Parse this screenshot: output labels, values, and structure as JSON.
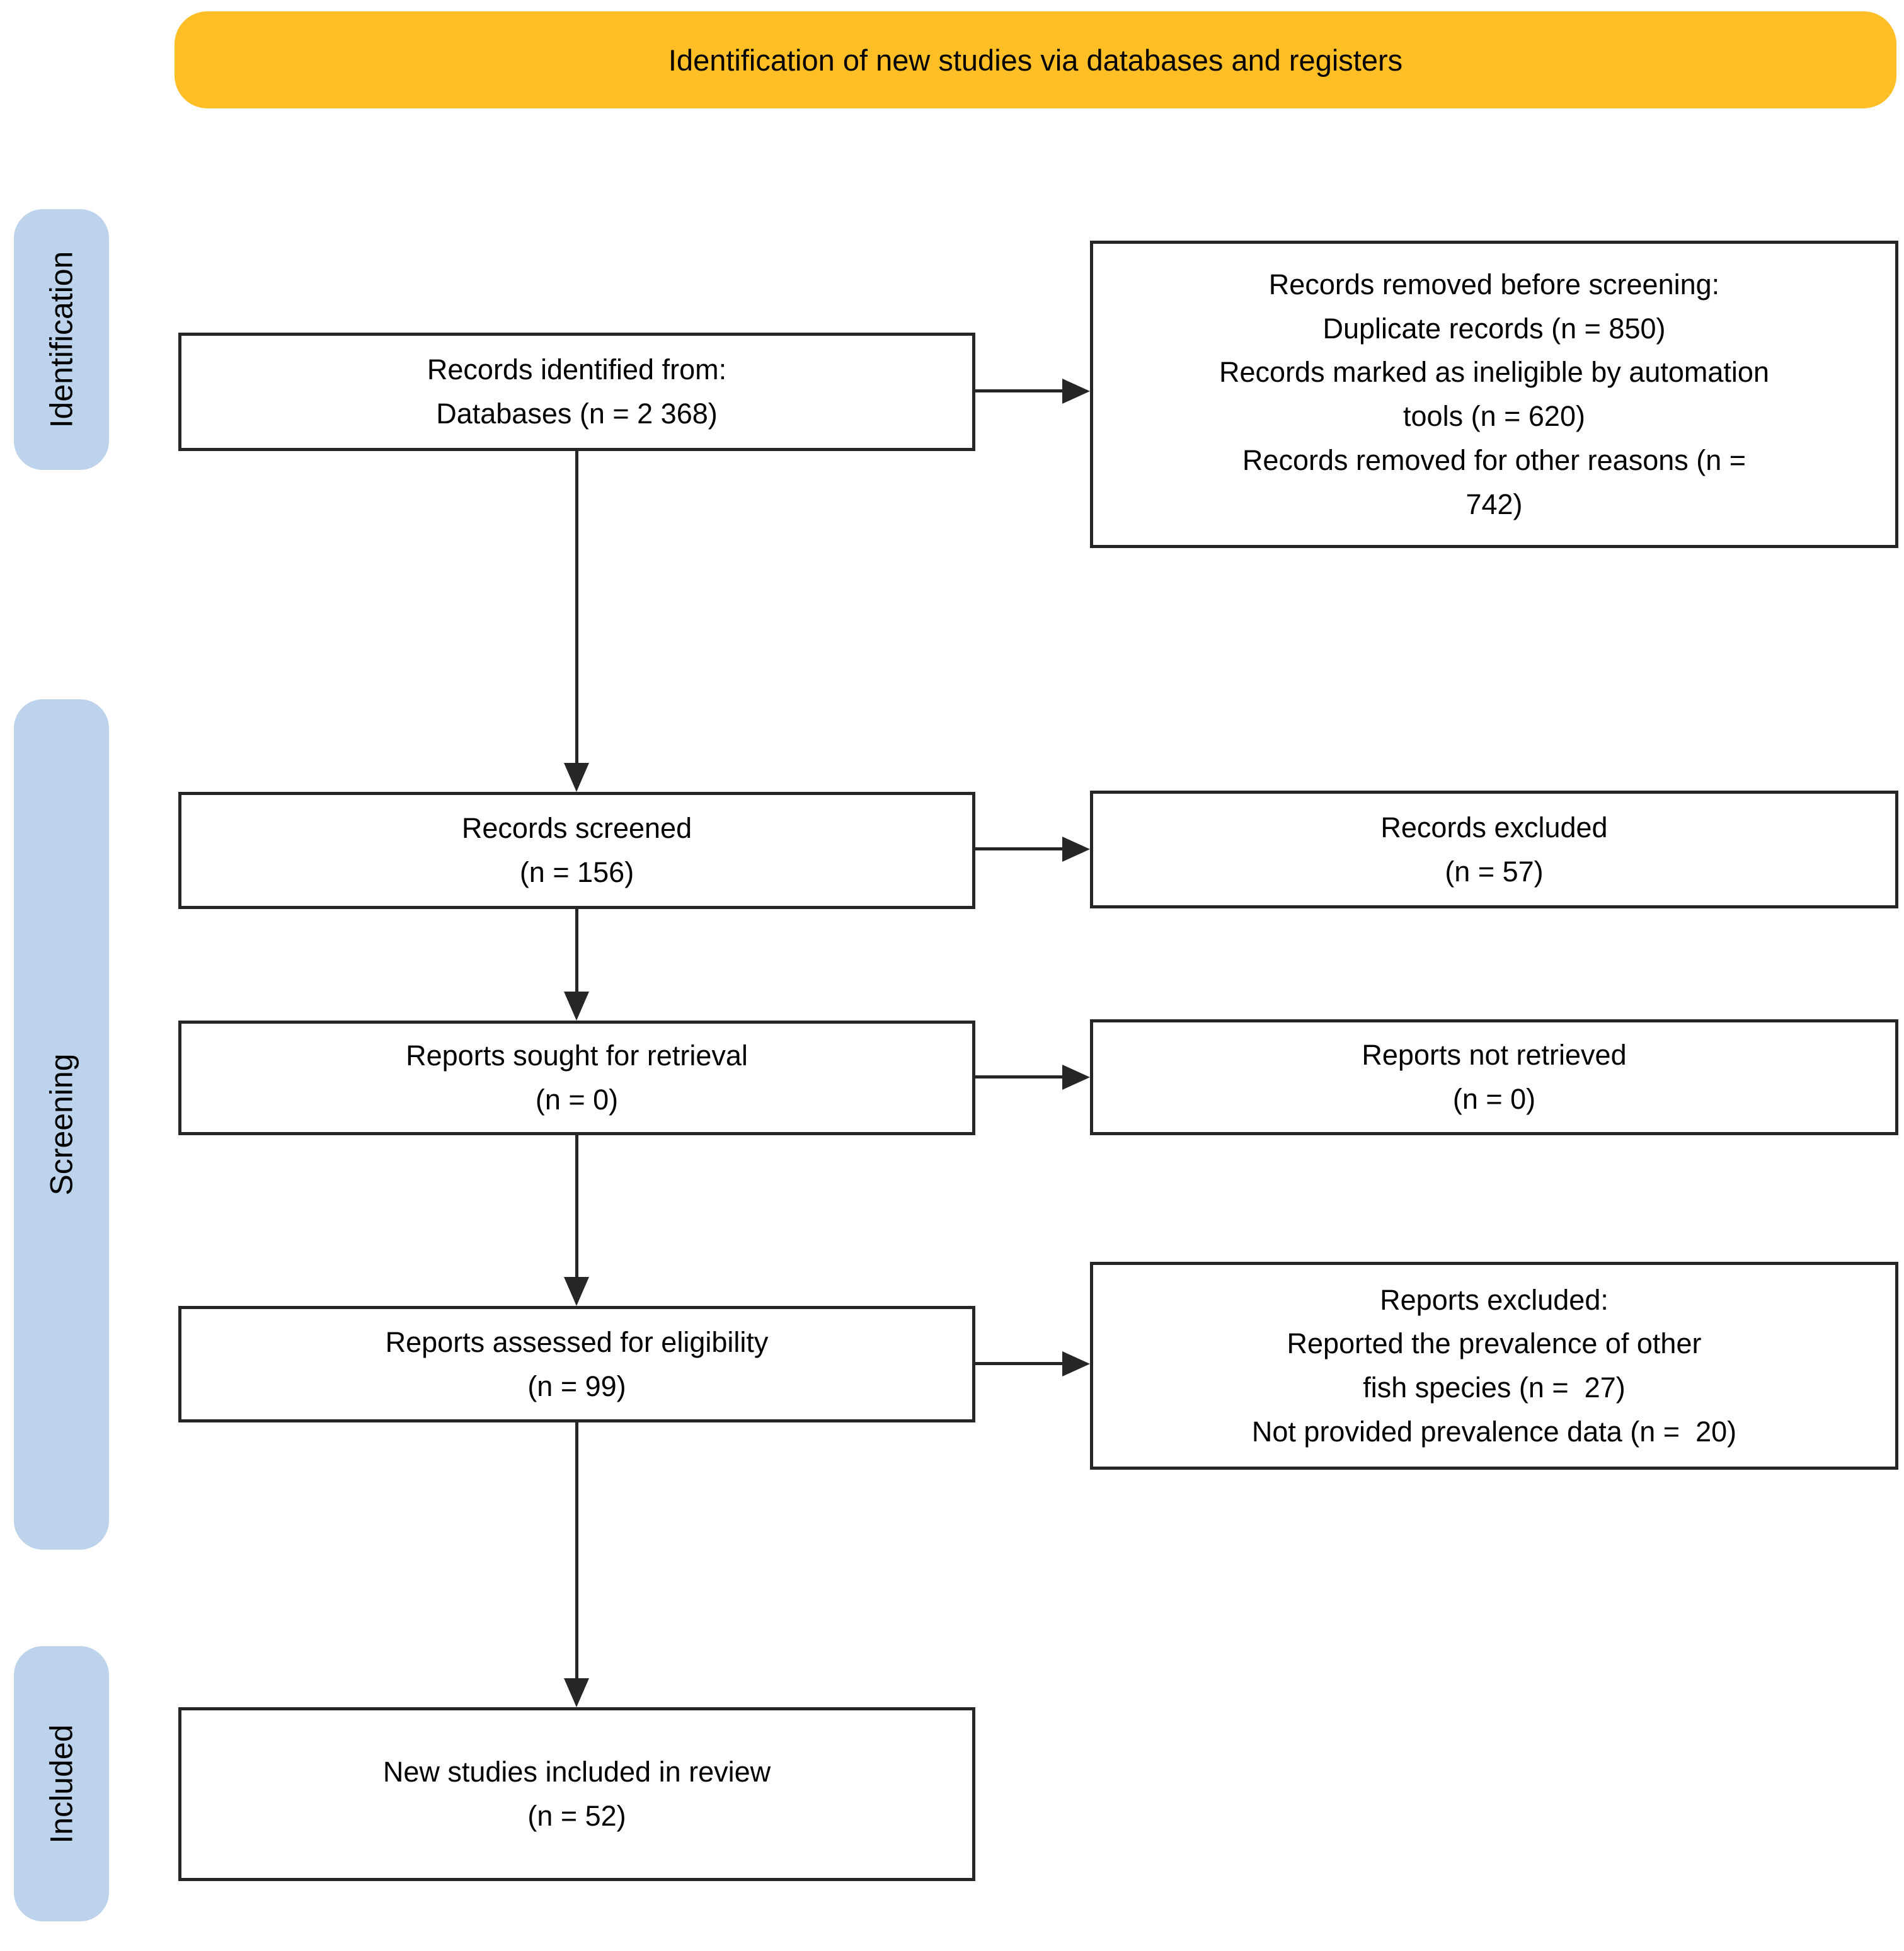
{
  "banner": {
    "label": "Identification of new studies via databases and registers",
    "bg_color": "#FEBF26"
  },
  "stages": {
    "identification": {
      "label": "Identification"
    },
    "screening": {
      "label": "Screening"
    },
    "included": {
      "label": "Included"
    }
  },
  "colors": {
    "stage_bg": "#BDD3EB",
    "box_border": "#262626",
    "arrow": "#262626",
    "text": "#000000"
  },
  "boxes": {
    "identified": "Records identified from:\nDatabases (n = 2 368)",
    "removed_before_screening": "Records removed before screening:\nDuplicate records (n = 850)\nRecords marked as ineligible by automation\ntools (n = 620)\nRecords removed for other reasons (n =\n742)",
    "screened": "Records screened\n(n = 156)",
    "records_excluded": "Records excluded\n(n = 57)",
    "sought_retrieval": "Reports sought for retrieval\n(n = 0)",
    "not_retrieved": "Reports not retrieved\n(n = 0)",
    "assessed_eligibility": "Reports assessed for eligibility\n(n = 99)",
    "reports_excluded": "Reports excluded:\nReported the prevalence of other\nfish species (n =  27)\nNot provided prevalence data (n =  20)",
    "included_in_review": "New studies included in review\n(n = 52)"
  }
}
